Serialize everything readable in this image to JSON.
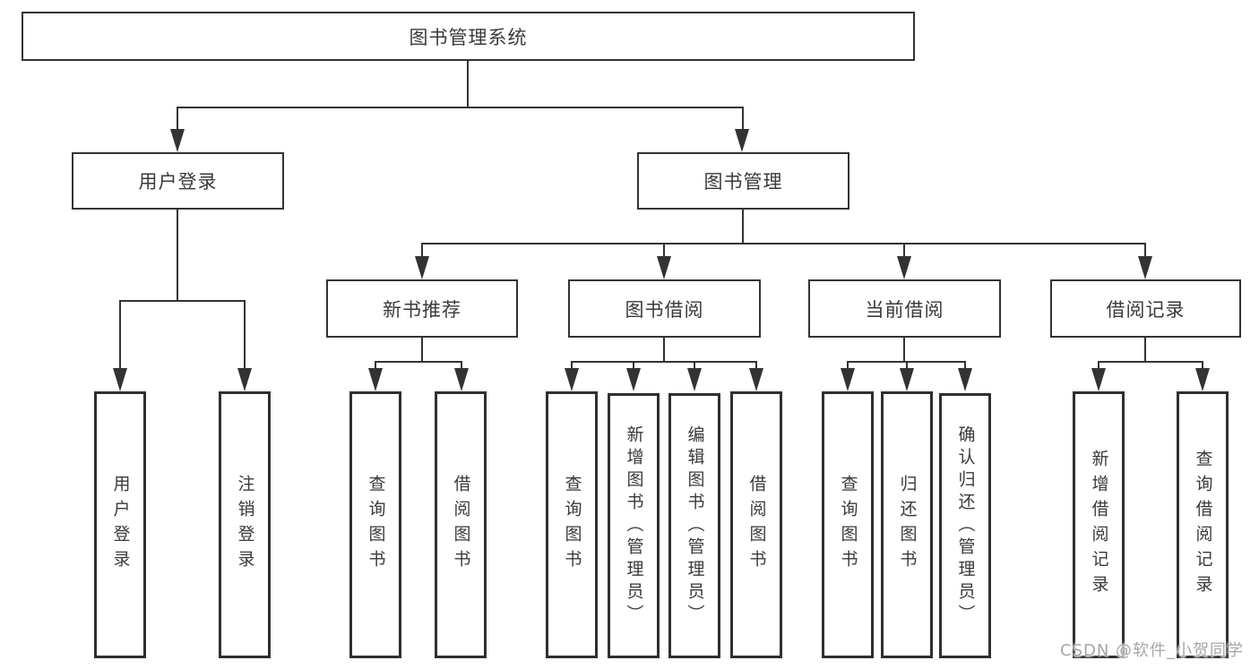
{
  "diagram": {
    "line_color": "#333333",
    "root": {
      "label": "图书管理系统"
    },
    "level2": {
      "user_login": {
        "label": "用户登录"
      },
      "book_mgmt": {
        "label": "图书管理"
      }
    },
    "level3": {
      "new_book_rec": {
        "label": "新书推荐"
      },
      "book_borrow": {
        "label": "图书借阅"
      },
      "current_borrow": {
        "label": "当前借阅"
      },
      "borrow_record": {
        "label": "借阅记录"
      }
    },
    "leaves": {
      "login": {
        "label": "用户登录"
      },
      "logout": {
        "label": "注销登录"
      },
      "nbr_query": {
        "label": "查询图书"
      },
      "nbr_borrow": {
        "label": "借阅图书"
      },
      "bb_query": {
        "label": "查询图书"
      },
      "bb_add": {
        "label": "新增图书（管理员）"
      },
      "bb_edit": {
        "label": "编辑图书（管理员）"
      },
      "bb_borrow": {
        "label": "借阅图书"
      },
      "cb_query": {
        "label": "查询图书"
      },
      "cb_return": {
        "label": "归还图书"
      },
      "cb_confirm": {
        "label": "确认归还（管理员）"
      },
      "br_add": {
        "label": "新增借阅记录"
      },
      "br_query": {
        "label": "查询借阅记录"
      }
    }
  },
  "watermark": {
    "text": "CSDN @软件_小贺同学"
  }
}
